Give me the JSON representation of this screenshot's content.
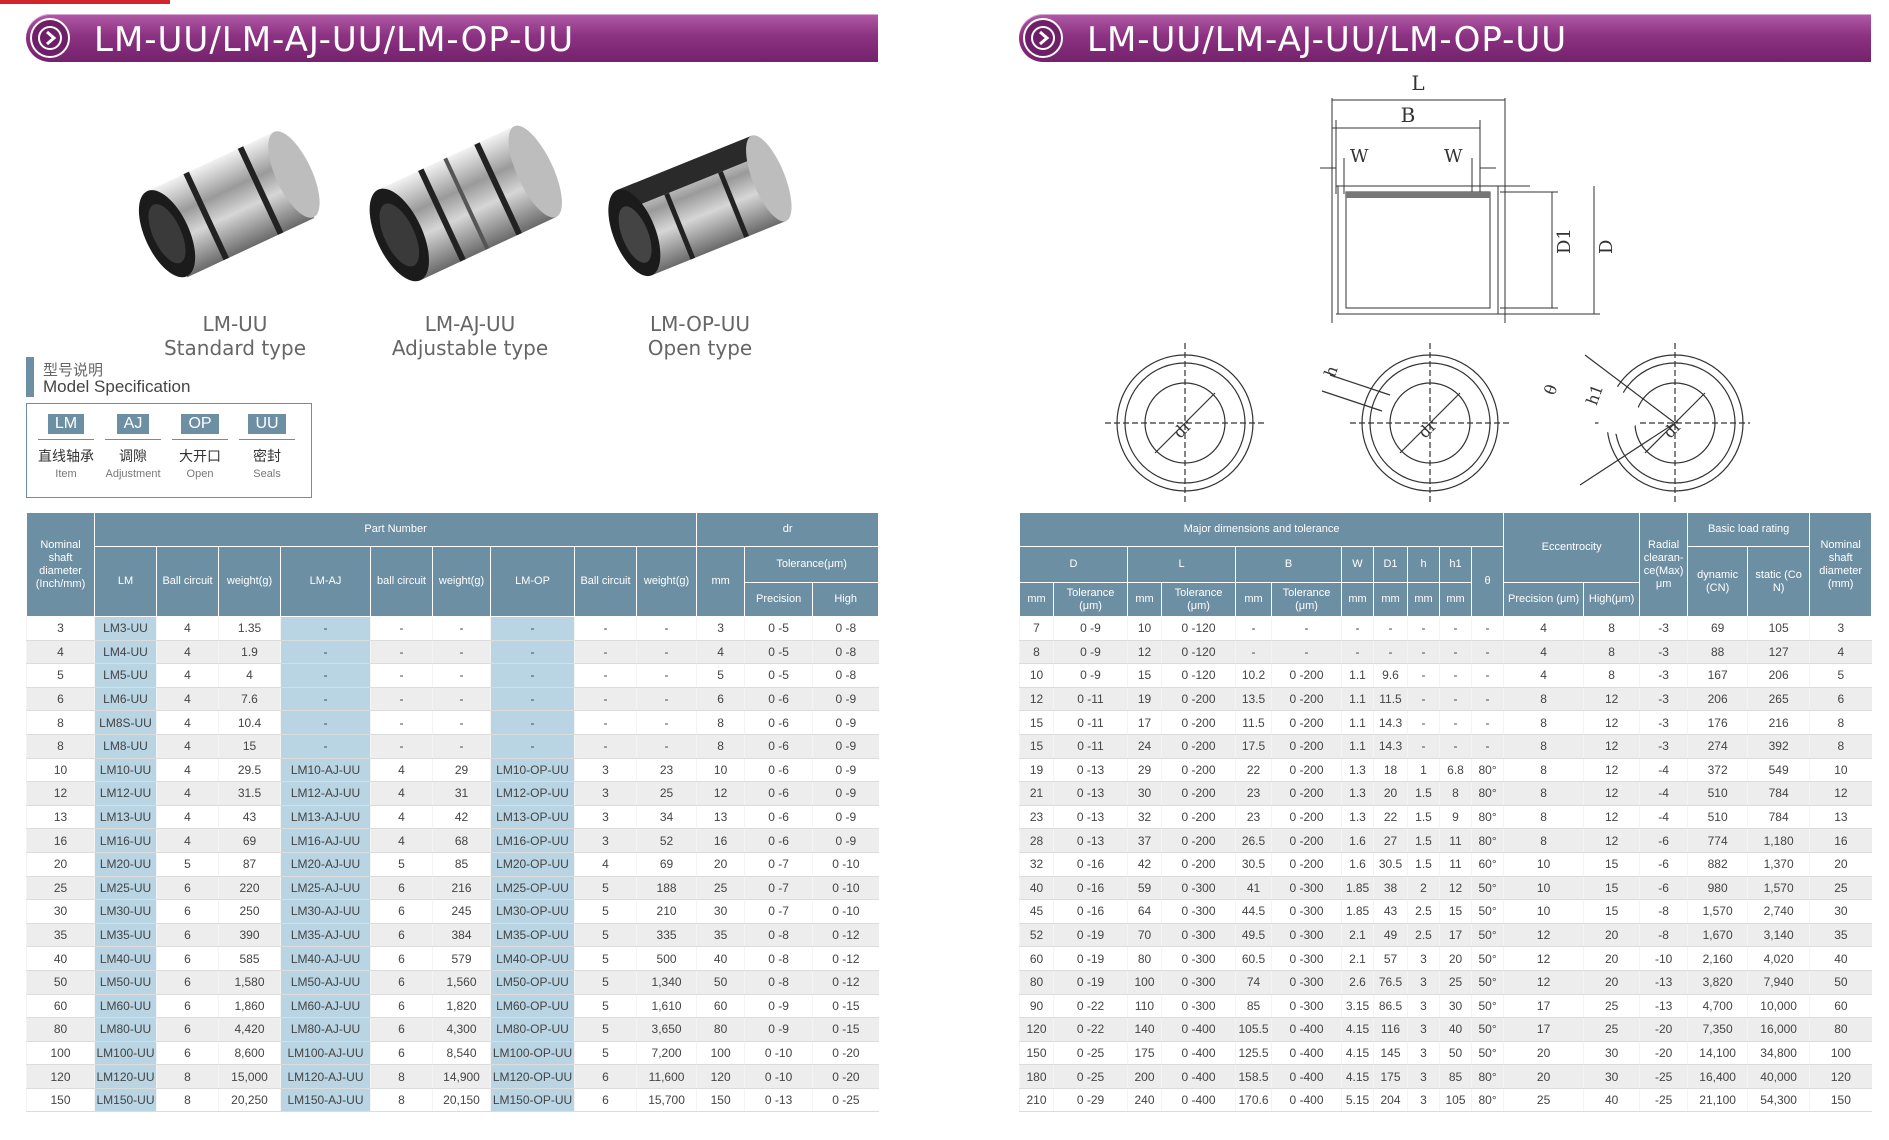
{
  "left_banner": {
    "title": "LM-UU/LM-AJ-UU/LM-OP-UU"
  },
  "right_banner": {
    "title": "LM-UU/LM-AJ-UU/LM-OP-UU"
  },
  "products": [
    {
      "name": "LM-UU",
      "type": "Standard type"
    },
    {
      "name": "LM-AJ-UU",
      "type": "Adjustable type"
    },
    {
      "name": "LM-OP-UU",
      "type": "Open type"
    }
  ],
  "model_spec": {
    "title_zh": "型号说明",
    "title_en": "Model Specification",
    "items": [
      {
        "code": "LM",
        "zh": "直线轴承",
        "en": "Item"
      },
      {
        "code": "AJ",
        "zh": "调隙",
        "en": "Adjustment"
      },
      {
        "code": "OP",
        "zh": "大开口",
        "en": "Open"
      },
      {
        "code": "UU",
        "zh": "密封",
        "en": "Seals"
      }
    ]
  },
  "drawing_labels": {
    "L": "L",
    "B": "B",
    "W": "W",
    "D1": "D1",
    "D": "D",
    "dr": "dr",
    "h": "h",
    "h1": "h1",
    "theta": "θ"
  },
  "left_table": {
    "headers": {
      "nominal": "Nominal shaft diameter (Inch/mm)",
      "part_number": "Part Number",
      "dr": "dr",
      "lm": "LM",
      "ball_circuit": "Ball circuit",
      "weight": "weight(g)",
      "lm_aj": "LM-AJ",
      "ball_circuit_lower": "ball circuit",
      "weight2": "weight(g)",
      "lm_op": "LM-OP",
      "ball_circuit3": "Ball circuit",
      "weight3": "weight(g)",
      "mm": "mm",
      "tolerance": "Tolerance(μm)",
      "precision": "Precision",
      "high": "High"
    },
    "rows": [
      [
        "3",
        "LM3-UU",
        "4",
        "1.35",
        "-",
        "-",
        "-",
        "-",
        "-",
        "-",
        "3",
        "0 -5",
        "0 -8"
      ],
      [
        "4",
        "LM4-UU",
        "4",
        "1.9",
        "-",
        "-",
        "-",
        "-",
        "-",
        "-",
        "4",
        "0 -5",
        "0 -8"
      ],
      [
        "5",
        "LM5-UU",
        "4",
        "4",
        "-",
        "-",
        "-",
        "-",
        "-",
        "-",
        "5",
        "0 -5",
        "0 -8"
      ],
      [
        "6",
        "LM6-UU",
        "4",
        "7.6",
        "-",
        "-",
        "-",
        "-",
        "-",
        "-",
        "6",
        "0 -6",
        "0 -9"
      ],
      [
        "8",
        "LM8S-UU",
        "4",
        "10.4",
        "-",
        "-",
        "-",
        "-",
        "-",
        "-",
        "8",
        "0 -6",
        "0 -9"
      ],
      [
        "8",
        "LM8-UU",
        "4",
        "15",
        "-",
        "-",
        "-",
        "-",
        "-",
        "-",
        "8",
        "0 -6",
        "0 -9"
      ],
      [
        "10",
        "LM10-UU",
        "4",
        "29.5",
        "LM10-AJ-UU",
        "4",
        "29",
        "LM10-OP-UU",
        "3",
        "23",
        "10",
        "0 -6",
        "0 -9"
      ],
      [
        "12",
        "LM12-UU",
        "4",
        "31.5",
        "LM12-AJ-UU",
        "4",
        "31",
        "LM12-OP-UU",
        "3",
        "25",
        "12",
        "0 -6",
        "0 -9"
      ],
      [
        "13",
        "LM13-UU",
        "4",
        "43",
        "LM13-AJ-UU",
        "4",
        "42",
        "LM13-OP-UU",
        "3",
        "34",
        "13",
        "0 -6",
        "0 -9"
      ],
      [
        "16",
        "LM16-UU",
        "4",
        "69",
        "LM16-AJ-UU",
        "4",
        "68",
        "LM16-OP-UU",
        "3",
        "52",
        "16",
        "0 -6",
        "0 -9"
      ],
      [
        "20",
        "LM20-UU",
        "5",
        "87",
        "LM20-AJ-UU",
        "5",
        "85",
        "LM20-OP-UU",
        "4",
        "69",
        "20",
        "0 -7",
        "0 -10"
      ],
      [
        "25",
        "LM25-UU",
        "6",
        "220",
        "LM25-AJ-UU",
        "6",
        "216",
        "LM25-OP-UU",
        "5",
        "188",
        "25",
        "0 -7",
        "0 -10"
      ],
      [
        "30",
        "LM30-UU",
        "6",
        "250",
        "LM30-AJ-UU",
        "6",
        "245",
        "LM30-OP-UU",
        "5",
        "210",
        "30",
        "0 -7",
        "0 -10"
      ],
      [
        "35",
        "LM35-UU",
        "6",
        "390",
        "LM35-AJ-UU",
        "6",
        "384",
        "LM35-OP-UU",
        "5",
        "335",
        "35",
        "0 -8",
        "0 -12"
      ],
      [
        "40",
        "LM40-UU",
        "6",
        "585",
        "LM40-AJ-UU",
        "6",
        "579",
        "LM40-OP-UU",
        "5",
        "500",
        "40",
        "0 -8",
        "0 -12"
      ],
      [
        "50",
        "LM50-UU",
        "6",
        "1,580",
        "LM50-AJ-UU",
        "6",
        "1,560",
        "LM50-OP-UU",
        "5",
        "1,340",
        "50",
        "0 -8",
        "0 -12"
      ],
      [
        "60",
        "LM60-UU",
        "6",
        "1,860",
        "LM60-AJ-UU",
        "6",
        "1,820",
        "LM60-OP-UU",
        "5",
        "1,610",
        "60",
        "0 -9",
        "0 -15"
      ],
      [
        "80",
        "LM80-UU",
        "6",
        "4,420",
        "LM80-AJ-UU",
        "6",
        "4,300",
        "LM80-OP-UU",
        "5",
        "3,650",
        "80",
        "0 -9",
        "0 -15"
      ],
      [
        "100",
        "LM100-UU",
        "6",
        "8,600",
        "LM100-AJ-UU",
        "6",
        "8,540",
        "LM100-OP-UU",
        "5",
        "7,200",
        "100",
        "0 -10",
        "0 -20"
      ],
      [
        "120",
        "LM120-UU",
        "8",
        "15,000",
        "LM120-AJ-UU",
        "8",
        "14,900",
        "LM120-OP-UU",
        "6",
        "11,600",
        "120",
        "0 -10",
        "0 -20"
      ],
      [
        "150",
        "LM150-UU",
        "8",
        "20,250",
        "LM150-AJ-UU",
        "8",
        "20,150",
        "LM150-OP-UU",
        "6",
        "15,700",
        "150",
        "0 -13",
        "0 -25"
      ]
    ]
  },
  "right_table": {
    "headers": {
      "major": "Major  dimensions and tolerance",
      "eccentricity": "Eccentrocity",
      "radial": "Radial clearan-ce(Max) μm",
      "basic_load": "Basic load rating",
      "nominal": "Nominal shaft diameter (mm)",
      "D": "D",
      "L": "L",
      "B": "B",
      "W": "W",
      "D1": "D1",
      "h": "h",
      "h1": "h1",
      "theta": "θ",
      "mm": "mm",
      "tolerance": "Tolerance (μm)",
      "precision": "Precision (μm)",
      "high": "High(μm)",
      "dynamic": "dynamic (CN)",
      "static": "static (Co N)"
    },
    "rows": [
      [
        "7",
        "0 -9",
        "10",
        "0 -120",
        "-",
        "-",
        "-",
        "-",
        "-",
        "-",
        "-",
        "4",
        "8",
        "-3",
        "69",
        "105",
        "3"
      ],
      [
        "8",
        "0 -9",
        "12",
        "0 -120",
        "-",
        "-",
        "-",
        "-",
        "-",
        "-",
        "-",
        "4",
        "8",
        "-3",
        "88",
        "127",
        "4"
      ],
      [
        "10",
        "0 -9",
        "15",
        "0 -120",
        "10.2",
        "0 -200",
        "1.1",
        "9.6",
        "-",
        "-",
        "-",
        "4",
        "8",
        "-3",
        "167",
        "206",
        "5"
      ],
      [
        "12",
        "0 -11",
        "19",
        "0 -200",
        "13.5",
        "0 -200",
        "1.1",
        "11.5",
        "-",
        "-",
        "-",
        "8",
        "12",
        "-3",
        "206",
        "265",
        "6"
      ],
      [
        "15",
        "0 -11",
        "17",
        "0 -200",
        "11.5",
        "0 -200",
        "1.1",
        "14.3",
        "-",
        "-",
        "-",
        "8",
        "12",
        "-3",
        "176",
        "216",
        "8"
      ],
      [
        "15",
        "0 -11",
        "24",
        "0 -200",
        "17.5",
        "0 -200",
        "1.1",
        "14.3",
        "-",
        "-",
        "-",
        "8",
        "12",
        "-3",
        "274",
        "392",
        "8"
      ],
      [
        "19",
        "0 -13",
        "29",
        "0 -200",
        "22",
        "0 -200",
        "1.3",
        "18",
        "1",
        "6.8",
        "80°",
        "8",
        "12",
        "-4",
        "372",
        "549",
        "10"
      ],
      [
        "21",
        "0 -13",
        "30",
        "0 -200",
        "23",
        "0 -200",
        "1.3",
        "20",
        "1.5",
        "8",
        "80°",
        "8",
        "12",
        "-4",
        "510",
        "784",
        "12"
      ],
      [
        "23",
        "0 -13",
        "32",
        "0 -200",
        "23",
        "0 -200",
        "1.3",
        "22",
        "1.5",
        "9",
        "80°",
        "8",
        "12",
        "-4",
        "510",
        "784",
        "13"
      ],
      [
        "28",
        "0 -13",
        "37",
        "0 -200",
        "26.5",
        "0 -200",
        "1.6",
        "27",
        "1.5",
        "11",
        "80°",
        "8",
        "12",
        "-6",
        "774",
        "1,180",
        "16"
      ],
      [
        "32",
        "0 -16",
        "42",
        "0 -200",
        "30.5",
        "0 -200",
        "1.6",
        "30.5",
        "1.5",
        "11",
        "60°",
        "10",
        "15",
        "-6",
        "882",
        "1,370",
        "20"
      ],
      [
        "40",
        "0 -16",
        "59",
        "0 -300",
        "41",
        "0 -300",
        "1.85",
        "38",
        "2",
        "12",
        "50°",
        "10",
        "15",
        "-6",
        "980",
        "1,570",
        "25"
      ],
      [
        "45",
        "0 -16",
        "64",
        "0 -300",
        "44.5",
        "0 -300",
        "1.85",
        "43",
        "2.5",
        "15",
        "50°",
        "10",
        "15",
        "-8",
        "1,570",
        "2,740",
        "30"
      ],
      [
        "52",
        "0 -19",
        "70",
        "0 -300",
        "49.5",
        "0 -300",
        "2.1",
        "49",
        "2.5",
        "17",
        "50°",
        "12",
        "20",
        "-8",
        "1,670",
        "3,140",
        "35"
      ],
      [
        "60",
        "0 -19",
        "80",
        "0 -300",
        "60.5",
        "0 -300",
        "2.1",
        "57",
        "3",
        "20",
        "50°",
        "12",
        "20",
        "-10",
        "2,160",
        "4,020",
        "40"
      ],
      [
        "80",
        "0 -19",
        "100",
        "0 -300",
        "74",
        "0 -300",
        "2.6",
        "76.5",
        "3",
        "25",
        "50°",
        "12",
        "20",
        "-13",
        "3,820",
        "7,940",
        "50"
      ],
      [
        "90",
        "0 -22",
        "110",
        "0 -300",
        "85",
        "0 -300",
        "3.15",
        "86.5",
        "3",
        "30",
        "50°",
        "17",
        "25",
        "-13",
        "4,700",
        "10,000",
        "60"
      ],
      [
        "120",
        "0 -22",
        "140",
        "0 -400",
        "105.5",
        "0 -400",
        "4.15",
        "116",
        "3",
        "40",
        "50°",
        "17",
        "25",
        "-20",
        "7,350",
        "16,000",
        "80"
      ],
      [
        "150",
        "0 -25",
        "175",
        "0 -400",
        "125.5",
        "0 -400",
        "4.15",
        "145",
        "3",
        "50",
        "50°",
        "20",
        "30",
        "-20",
        "14,100",
        "34,800",
        "100"
      ],
      [
        "180",
        "0 -25",
        "200",
        "0 -400",
        "158.5",
        "0 -400",
        "4.15",
        "175",
        "3",
        "85",
        "80°",
        "20",
        "30",
        "-25",
        "16,400",
        "40,000",
        "120"
      ],
      [
        "210",
        "0 -29",
        "240",
        "0 -400",
        "170.6",
        "0 -400",
        "5.15",
        "204",
        "3",
        "105",
        "80°",
        "25",
        "40",
        "-25",
        "21,100",
        "54,300",
        "150"
      ]
    ]
  }
}
